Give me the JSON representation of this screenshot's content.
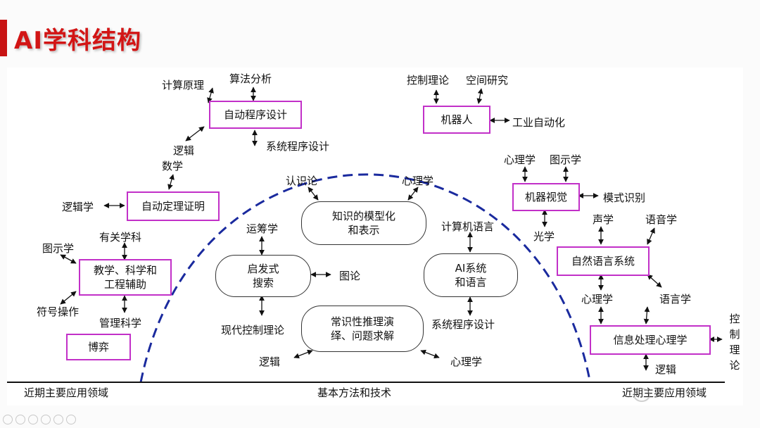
{
  "title": "AI学科结构",
  "bottom_labels": {
    "left": "近期主要应用领域",
    "center": "基本方法和技术",
    "right": "近期主要应用领域"
  },
  "boxes": {
    "auto_prog": "自动程序设计",
    "auto_theorem": "自动定理证明",
    "teaching": [
      "教学、科学和",
      "工程辅助"
    ],
    "game": "博弈",
    "robot": "机器人",
    "vision": "机器视觉",
    "nlp": "自然语言系统",
    "info_psych": "信息处理心理学"
  },
  "pills": {
    "knowledge": [
      "知识的模型化",
      "和表示"
    ],
    "heuristic": [
      "启发式",
      "搜索"
    ],
    "ai_sys": [
      "AI系统",
      "和语言"
    ],
    "commonsense": [
      "常识性推理演",
      "绎、问题求解"
    ]
  },
  "labels": {
    "calc_principle": "计算原理",
    "algo": "算法分析",
    "sys_prog_top": "系统程序设计",
    "logic_top": "逻辑",
    "math": "数学",
    "logic_study": "逻辑学",
    "related": "有关学科",
    "graphics_left": "图示学",
    "symbol": "符号操作",
    "mgmt": "管理科学",
    "cognition": "认识论",
    "psych_top": "心理学",
    "opres": "运筹学",
    "graph": "图论",
    "modern_ctrl": "现代控制理论",
    "logic_bottom": "逻辑",
    "comp_lang": "计算机语言",
    "sys_prog_bottom": "系统程序设计",
    "psych_bottom": "心理学",
    "ctrl_theory": "控制理论",
    "space": "空间研究",
    "industrial": "工业自动化",
    "psych_vision": "心理学",
    "graphics_right": "图示学",
    "pattern": "模式识别",
    "optics": "光学",
    "acoustics": "声学",
    "phonetics": "语音学",
    "psych_nlp": "心理学",
    "linguistics": "语言学",
    "logic_right": "逻辑",
    "ctrl_vert": "控制理论"
  },
  "colors": {
    "accent": "#d21515",
    "box_border": "#c230c8",
    "arc": "#1a2a9e"
  }
}
